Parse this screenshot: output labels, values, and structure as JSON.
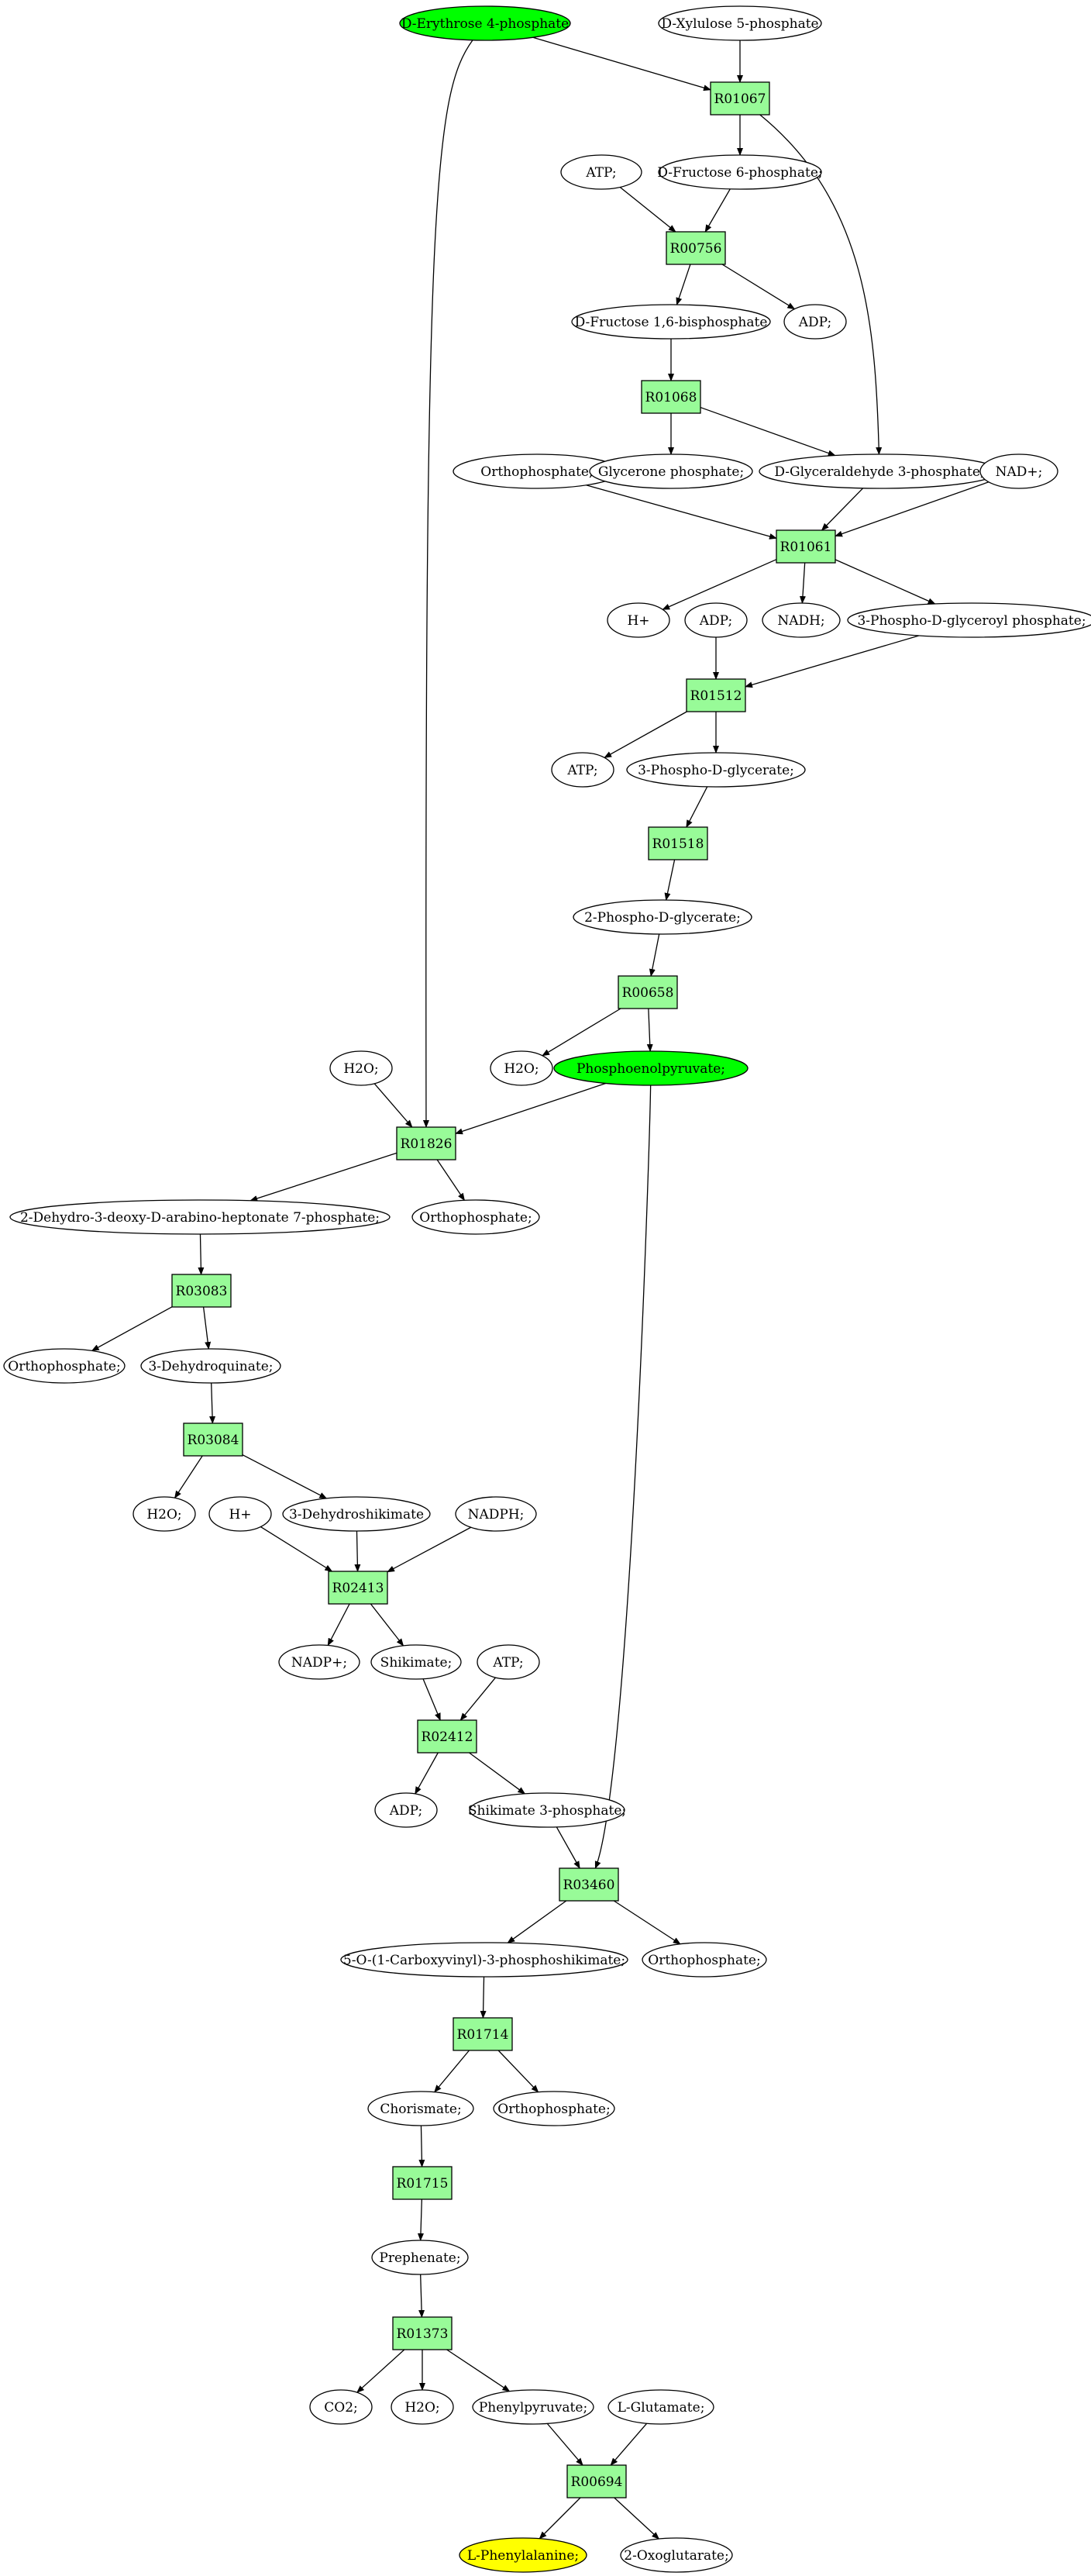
{
  "colors": {
    "compound": "#ffffff",
    "highlight_start": "#00ff00",
    "highlight_target": "#ffff00",
    "reaction": "#98fb98",
    "edge": "#000000"
  },
  "nodes": [
    {
      "id": "e4p",
      "kind": "compound",
      "label": "D-Erythrose 4-phosphate",
      "fill": "highlight_start"
    },
    {
      "id": "x5p",
      "kind": "compound",
      "label": "D-Xylulose 5-phosphate"
    },
    {
      "id": "R01067",
      "kind": "reaction",
      "label": "R01067"
    },
    {
      "id": "atp1",
      "kind": "compound",
      "label": "ATP;"
    },
    {
      "id": "f6p",
      "kind": "compound",
      "label": "D-Fructose 6-phosphate;"
    },
    {
      "id": "R00756",
      "kind": "reaction",
      "label": "R00756"
    },
    {
      "id": "fbp",
      "kind": "compound",
      "label": "D-Fructose 1,6-bisphosphate"
    },
    {
      "id": "adp1",
      "kind": "compound",
      "label": "ADP;"
    },
    {
      "id": "R01068",
      "kind": "reaction",
      "label": "R01068"
    },
    {
      "id": "ortho1",
      "kind": "compound",
      "label": "Orthophosphate;"
    },
    {
      "id": "glyp",
      "kind": "compound",
      "label": "Glycerone phosphate;"
    },
    {
      "id": "g3p",
      "kind": "compound",
      "label": "D-Glyceraldehyde 3-phosphate;"
    },
    {
      "id": "nad",
      "kind": "compound",
      "label": "NAD+;"
    },
    {
      "id": "R01061",
      "kind": "reaction",
      "label": "R01061"
    },
    {
      "id": "h1",
      "kind": "compound",
      "label": "H+"
    },
    {
      "id": "adp2",
      "kind": "compound",
      "label": "ADP;"
    },
    {
      "id": "nadh",
      "kind": "compound",
      "label": "NADH;"
    },
    {
      "id": "bpg",
      "kind": "compound",
      "label": "3-Phospho-D-glyceroyl phosphate;"
    },
    {
      "id": "R01512",
      "kind": "reaction",
      "label": "R01512"
    },
    {
      "id": "atp2",
      "kind": "compound",
      "label": "ATP;"
    },
    {
      "id": "pg3",
      "kind": "compound",
      "label": "3-Phospho-D-glycerate;"
    },
    {
      "id": "R01518",
      "kind": "reaction",
      "label": "R01518"
    },
    {
      "id": "pg2",
      "kind": "compound",
      "label": "2-Phospho-D-glycerate;"
    },
    {
      "id": "R00658",
      "kind": "reaction",
      "label": "R00658"
    },
    {
      "id": "h2o1",
      "kind": "compound",
      "label": "H2O;"
    },
    {
      "id": "h2o2",
      "kind": "compound",
      "label": "H2O;"
    },
    {
      "id": "pep",
      "kind": "compound",
      "label": "Phosphoenolpyruvate;",
      "fill": "highlight_start"
    },
    {
      "id": "R01826",
      "kind": "reaction",
      "label": "R01826"
    },
    {
      "id": "dahp",
      "kind": "compound",
      "label": "2-Dehydro-3-deoxy-D-arabino-heptonate 7-phosphate;"
    },
    {
      "id": "ortho2",
      "kind": "compound",
      "label": "Orthophosphate;"
    },
    {
      "id": "R03083",
      "kind": "reaction",
      "label": "R03083"
    },
    {
      "id": "ortho3",
      "kind": "compound",
      "label": "Orthophosphate;"
    },
    {
      "id": "dhq",
      "kind": "compound",
      "label": "3-Dehydroquinate;"
    },
    {
      "id": "R03084",
      "kind": "reaction",
      "label": "R03084"
    },
    {
      "id": "h2o3",
      "kind": "compound",
      "label": "H2O;"
    },
    {
      "id": "h2",
      "kind": "compound",
      "label": "H+"
    },
    {
      "id": "dhs",
      "kind": "compound",
      "label": "3-Dehydroshikimate"
    },
    {
      "id": "nadph",
      "kind": "compound",
      "label": "NADPH;"
    },
    {
      "id": "R02413",
      "kind": "reaction",
      "label": "R02413"
    },
    {
      "id": "nadp",
      "kind": "compound",
      "label": "NADP+;"
    },
    {
      "id": "shik",
      "kind": "compound",
      "label": "Shikimate;"
    },
    {
      "id": "atp3",
      "kind": "compound",
      "label": "ATP;"
    },
    {
      "id": "R02412",
      "kind": "reaction",
      "label": "R02412"
    },
    {
      "id": "adp3",
      "kind": "compound",
      "label": "ADP;"
    },
    {
      "id": "s3p",
      "kind": "compound",
      "label": "Shikimate 3-phosphate;"
    },
    {
      "id": "R03460",
      "kind": "reaction",
      "label": "R03460"
    },
    {
      "id": "epsp",
      "kind": "compound",
      "label": "5-O-(1-Carboxyvinyl)-3-phosphoshikimate;"
    },
    {
      "id": "ortho4",
      "kind": "compound",
      "label": "Orthophosphate;"
    },
    {
      "id": "R01714",
      "kind": "reaction",
      "label": "R01714"
    },
    {
      "id": "chor",
      "kind": "compound",
      "label": "Chorismate;"
    },
    {
      "id": "ortho5",
      "kind": "compound",
      "label": "Orthophosphate;"
    },
    {
      "id": "R01715",
      "kind": "reaction",
      "label": "R01715"
    },
    {
      "id": "preph",
      "kind": "compound",
      "label": "Prephenate;"
    },
    {
      "id": "R01373",
      "kind": "reaction",
      "label": "R01373"
    },
    {
      "id": "co2",
      "kind": "compound",
      "label": "CO2;"
    },
    {
      "id": "h2o4",
      "kind": "compound",
      "label": "H2O;"
    },
    {
      "id": "phepyr",
      "kind": "compound",
      "label": "Phenylpyruvate;"
    },
    {
      "id": "glu",
      "kind": "compound",
      "label": "L-Glutamate;"
    },
    {
      "id": "R00694",
      "kind": "reaction",
      "label": "R00694"
    },
    {
      "id": "phe",
      "kind": "compound",
      "label": "L-Phenylalanine;",
      "fill": "highlight_target"
    },
    {
      "id": "oxo",
      "kind": "compound",
      "label": "2-Oxoglutarate;"
    }
  ],
  "edges": [
    [
      "e4p",
      "R01067"
    ],
    [
      "x5p",
      "R01067"
    ],
    [
      "e4p",
      "R01826"
    ],
    [
      "R01067",
      "f6p"
    ],
    [
      "R01067",
      "g3p"
    ],
    [
      "atp1",
      "R00756"
    ],
    [
      "f6p",
      "R00756"
    ],
    [
      "R00756",
      "fbp"
    ],
    [
      "R00756",
      "adp1"
    ],
    [
      "fbp",
      "R01068"
    ],
    [
      "R01068",
      "glyp"
    ],
    [
      "R01068",
      "g3p"
    ],
    [
      "ortho1",
      "R01061"
    ],
    [
      "g3p",
      "R01061"
    ],
    [
      "nad",
      "R01061"
    ],
    [
      "R01061",
      "h1"
    ],
    [
      "R01061",
      "nadh"
    ],
    [
      "R01061",
      "bpg"
    ],
    [
      "adp2",
      "R01512"
    ],
    [
      "bpg",
      "R01512"
    ],
    [
      "R01512",
      "atp2"
    ],
    [
      "R01512",
      "pg3"
    ],
    [
      "pg3",
      "R01518"
    ],
    [
      "R01518",
      "pg2"
    ],
    [
      "pg2",
      "R00658"
    ],
    [
      "R00658",
      "h2o2"
    ],
    [
      "R00658",
      "pep"
    ],
    [
      "h2o1",
      "R01826"
    ],
    [
      "pep",
      "R01826"
    ],
    [
      "pep",
      "R03460"
    ],
    [
      "R01826",
      "dahp"
    ],
    [
      "R01826",
      "ortho2"
    ],
    [
      "dahp",
      "R03083"
    ],
    [
      "R03083",
      "ortho3"
    ],
    [
      "R03083",
      "dhq"
    ],
    [
      "dhq",
      "R03084"
    ],
    [
      "R03084",
      "h2o3"
    ],
    [
      "R03084",
      "dhs"
    ],
    [
      "h2",
      "R02413"
    ],
    [
      "dhs",
      "R02413"
    ],
    [
      "nadph",
      "R02413"
    ],
    [
      "R02413",
      "nadp"
    ],
    [
      "R02413",
      "shik"
    ],
    [
      "shik",
      "R02412"
    ],
    [
      "atp3",
      "R02412"
    ],
    [
      "R02412",
      "adp3"
    ],
    [
      "R02412",
      "s3p"
    ],
    [
      "s3p",
      "R03460"
    ],
    [
      "R03460",
      "epsp"
    ],
    [
      "R03460",
      "ortho4"
    ],
    [
      "epsp",
      "R01714"
    ],
    [
      "R01714",
      "chor"
    ],
    [
      "R01714",
      "ortho5"
    ],
    [
      "chor",
      "R01715"
    ],
    [
      "R01715",
      "preph"
    ],
    [
      "preph",
      "R01373"
    ],
    [
      "R01373",
      "co2"
    ],
    [
      "R01373",
      "h2o4"
    ],
    [
      "R01373",
      "phepyr"
    ],
    [
      "phepyr",
      "R00694"
    ],
    [
      "glu",
      "R00694"
    ],
    [
      "R00694",
      "phe"
    ],
    [
      "R00694",
      "oxo"
    ]
  ]
}
